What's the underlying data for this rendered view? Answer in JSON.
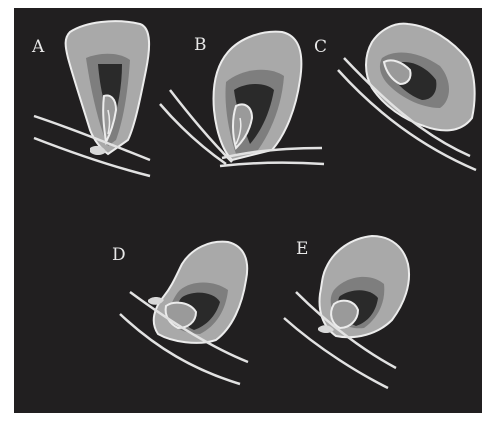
{
  "figure": {
    "panels": [
      {
        "id": "A",
        "label": "A"
      },
      {
        "id": "B",
        "label": "B"
      },
      {
        "id": "C",
        "label": "C"
      },
      {
        "id": "D",
        "label": "D"
      },
      {
        "id": "E",
        "label": "E"
      }
    ]
  },
  "colors": {
    "background": "#211f20",
    "crown": "#a9a9a9",
    "inner": "#7e7e7e",
    "pulp": "#2a2a2a",
    "outline": "#ececec",
    "bone_line": "#e2e2e2"
  }
}
